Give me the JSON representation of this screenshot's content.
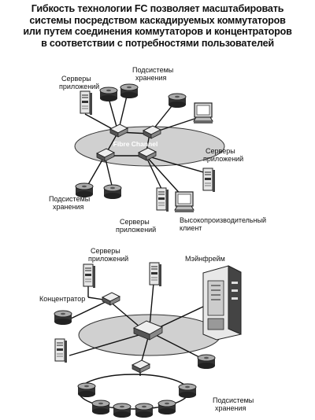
{
  "title_lines": [
    "Гибкость технологии FC позволяет масштабировать",
    "системы посредством каскадируемых коммутаторов",
    "или путем соединения коммутаторов и концентраторов",
    "в соответствии с потребностями пользователей"
  ],
  "top_diagram": {
    "ring_label": "Fibre Channel",
    "labels": {
      "servers_top_left": [
        "Серверы",
        "приложений"
      ],
      "storage_top": [
        "Подсистемы",
        "хранения"
      ],
      "servers_right": [
        "Серверы",
        "приложений"
      ],
      "storage_left": [
        "Подсистемы",
        "хранения"
      ],
      "servers_bottom": [
        "Серверы",
        "приложений"
      ],
      "client": [
        "Высокопроизводительный",
        "клиент"
      ]
    }
  },
  "bottom_diagram": {
    "labels": {
      "servers_top": [
        "Серверы",
        "приложений"
      ],
      "mainframe": "Мэйнфрейм",
      "hub": "Концентратор",
      "storage": [
        "Подсистемы",
        "хранения"
      ]
    }
  }
}
